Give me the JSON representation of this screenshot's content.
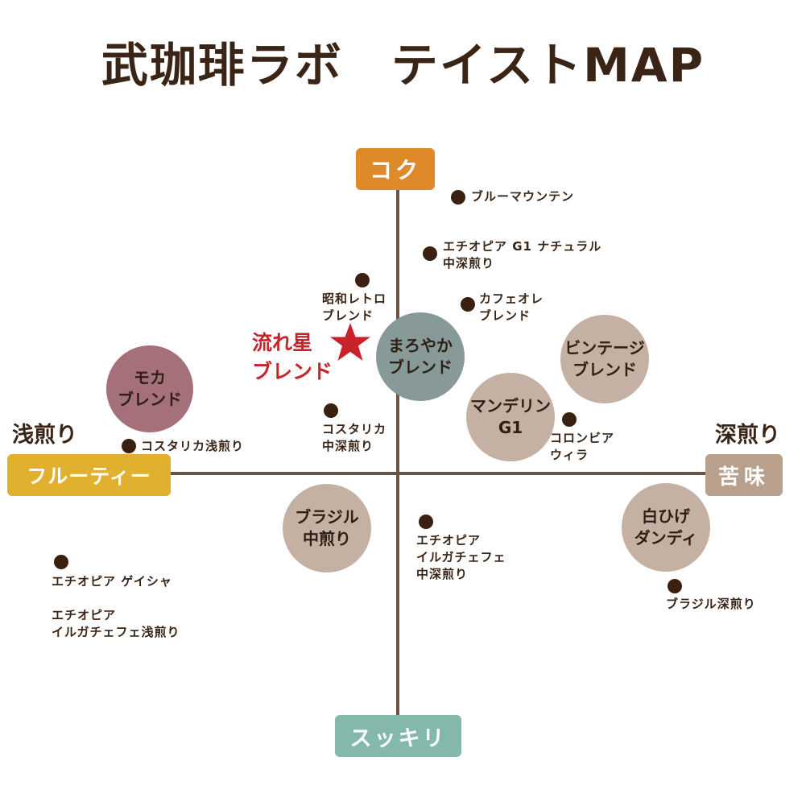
{
  "title": "武珈琲ラボ　テイストMAP",
  "axes": {
    "top": {
      "label": "コク",
      "color": "#df8a2a"
    },
    "bottom": {
      "label": "スッキリ",
      "color": "#84b8ab"
    },
    "left": {
      "label": "フルーティー",
      "color": "#e2b02f"
    },
    "right": {
      "label": "苦味",
      "color": "#b9a08c"
    },
    "light_roast": "浅煎り",
    "dark_roast": "深煎り"
  },
  "featured": {
    "label": "流れ星\nブレンド",
    "icon": "star-icon",
    "color": "#c8232b"
  },
  "circles": [
    {
      "name": "moka-blend",
      "label": "モカ\nブレンド",
      "color": "#a6707a",
      "text_color": "dark"
    },
    {
      "name": "maroyaka-blend",
      "label": "まろやか\nブレンド",
      "color": "#879a97",
      "text_color": "dark"
    },
    {
      "name": "vintage-blend",
      "label": "ビンテージ\nブレンド",
      "color": "#c5b1a4",
      "text_color": "dark"
    },
    {
      "name": "mandheling-g1",
      "label": "マンデリン\nG1",
      "color": "#c5b1a4",
      "text_color": "dark"
    },
    {
      "name": "brazil-medium",
      "label": "ブラジル\n中煎り",
      "color": "#c5b1a4",
      "text_color": "dark"
    },
    {
      "name": "shirohige-dandy",
      "label": "白ひげ\nダンディ",
      "color": "#c5b1a4",
      "text_color": "dark"
    }
  ],
  "points": [
    {
      "name": "blue-mountain",
      "label": "ブルーマウンテン"
    },
    {
      "name": "ethiopia-g1-natural",
      "label": "エチオピア G1 ナチュラル\n中深煎り"
    },
    {
      "name": "showa-retro-blend",
      "label": "昭和レトロ\nブレンド"
    },
    {
      "name": "cafe-au-lait-blend",
      "label": "カフェオレ\nブレンド"
    },
    {
      "name": "costa-rica-medium-dark",
      "label": "コスタリカ\n中深煎り"
    },
    {
      "name": "costa-rica-light",
      "label": "コスタリカ浅煎り"
    },
    {
      "name": "colombia-huila",
      "label": "コロンビア\nウィラ"
    },
    {
      "name": "ethiopia-yirgacheffe-medium-dark",
      "label": "エチオピア\nイルガチェフェ\n中深煎り"
    },
    {
      "name": "ethiopia-geisha",
      "label": "エチオピア ゲイシャ\n\nエチオピア\nイルガチェフェ浅煎り"
    },
    {
      "name": "brazil-dark",
      "label": "ブラジル深煎り"
    }
  ]
}
